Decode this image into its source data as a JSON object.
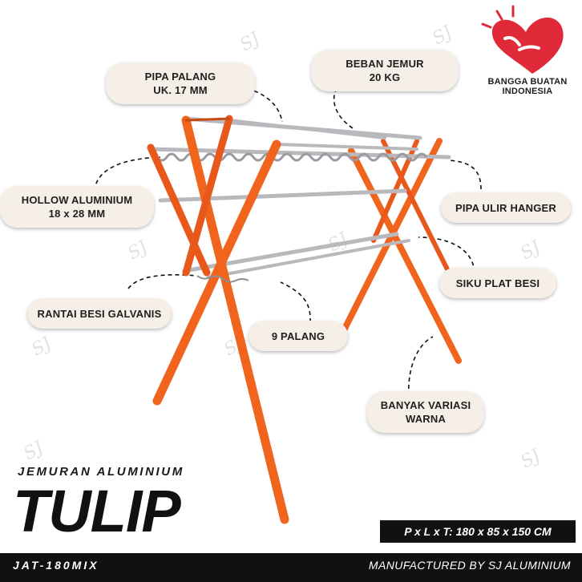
{
  "brand": {
    "subtitle": "JEMURAN ALUMINIUM",
    "title": "TULIP",
    "code": "JAT-180MIX",
    "dimensions": "P x L x T: 180 x 85 x 150 CM",
    "manufacturer": "MANUFACTURED BY SJ ALUMINIUM",
    "watermark": "SJ"
  },
  "badge": {
    "line1": "BANGGA BUATAN",
    "line2": "INDONESIA",
    "icon": "heart-icon"
  },
  "callouts": {
    "pipa_palang": {
      "line1": "PIPA PALANG",
      "line2": "UK. 17 MM"
    },
    "beban_jemur": {
      "line1": "BEBAN JEMUR",
      "line2": "20 KG"
    },
    "hollow": {
      "line1": "HOLLOW ALUMINIUM",
      "line2": "18 x 28 MM"
    },
    "pipa_ulir": {
      "line1": "PIPA ULIR HANGER"
    },
    "siku_plat": {
      "line1": "SIKU PLAT BESI"
    },
    "rantai": {
      "line1": "RANTAI BESI GALVANIS"
    },
    "palang": {
      "line1": "9 PALANG"
    },
    "variasi": {
      "line1": "BANYAK VARIASI",
      "line2": "WARNA"
    }
  },
  "colors": {
    "frame": "#f0641e",
    "frame_dark": "#c94a10",
    "bar": "#b9b9bd",
    "pill": "#f6efe7",
    "dark": "#111111",
    "heart": "#e02a3a"
  }
}
